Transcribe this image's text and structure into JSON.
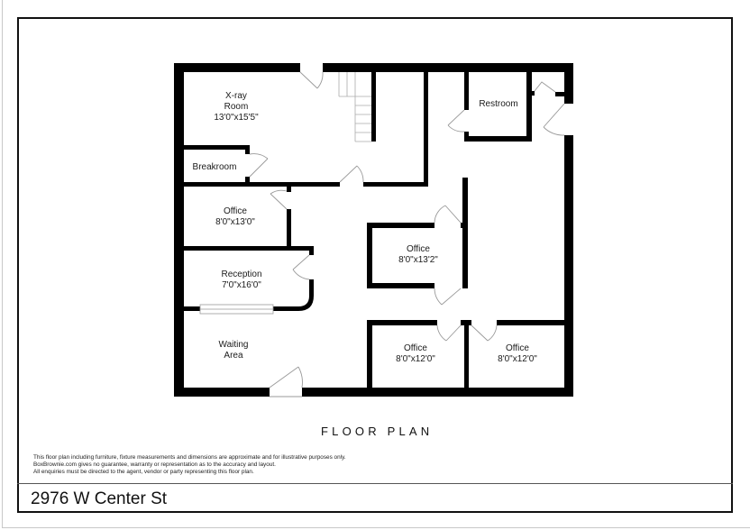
{
  "document": {
    "title": "FLOOR PLAN",
    "address": "2976 W Center St",
    "disclaimer": [
      "This floor plan including furniture, fixture measurements and dimensions are approximate and for illustrative purposes only.",
      "BoxBrownie.com gives no guarantee, warranty or representation as to the accuracy and layout.",
      "All enquiries must be directed to the agent, vendor or party representing this floor plan."
    ]
  },
  "rooms": [
    {
      "name": "X-ray",
      "name2": "Room",
      "dims": "13'0\"x15'5\""
    },
    {
      "name": "Breakroom"
    },
    {
      "name": "Office",
      "dims": "8'0\"x13'0\""
    },
    {
      "name": "Reception",
      "dims": "7'0\"x16'0\""
    },
    {
      "name": "Waiting",
      "name2": "Area"
    },
    {
      "name": "Restroom"
    },
    {
      "name": "Office",
      "dims": "8'0\"x13'2\""
    },
    {
      "name": "Office",
      "dims": "8'0\"x12'0\""
    },
    {
      "name": "Office",
      "dims": "8'0\"x12'0\""
    }
  ],
  "colors": {
    "wall": "#000000",
    "door": "#9a9a9a",
    "frame": "#111111"
  }
}
